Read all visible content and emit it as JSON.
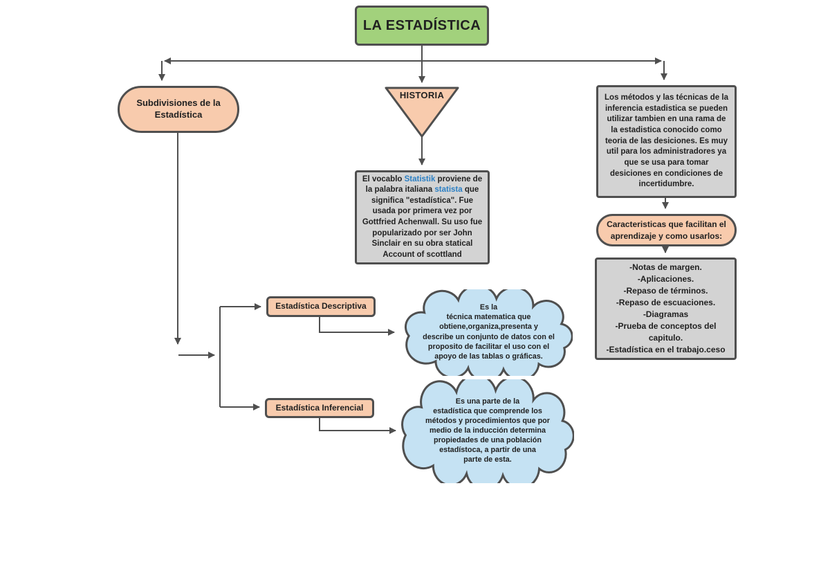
{
  "colors": {
    "green": "#a2d17c",
    "tan": "#f8cbad",
    "gray": "#d3d3d3",
    "cloud": "#c5e2f3",
    "line": "#4f4f4f",
    "ink": "#212121",
    "blue": "#2b7fc4"
  },
  "title": {
    "label": "LA ESTADÍSTICA"
  },
  "left": {
    "pill": "Subdivisiones de la\nEstadística",
    "descriptiva_label": "Estadística Descriptiva",
    "inferencial_label": "Estadística Inferencial",
    "cloud_descriptiva": "Es la\ntécnica matematica que\nobtiene,organiza,presenta y\ndescribe un conjunto de datos con el\nproposito de facilitar el uso con el\napoyo de las tablas o gráficas.",
    "cloud_inferencial": "Es una parte de la\nestadística que comprende los\nmétodos y procedimientos que por\nmedio de la inducción determina\npropiedades de una población\nestadístoca, a partir de una\nparte de esta."
  },
  "historia": {
    "label": "HISTORIA",
    "segments": [
      {
        "t": "El vocablo "
      },
      {
        "t": "Statistik",
        "blue": true
      },
      {
        "t": " proviene de la palabra italiana "
      },
      {
        "t": "statista",
        "blue": true
      },
      {
        "t": " que significa \"estadística\". Fue usada por primera vez por Gottfried Achenwall. Su uso fue popularizado por ser John Sinclair en su obra statical Account of scottland"
      }
    ]
  },
  "right": {
    "methods": "Los métodos y las técnicas de la inferencia estadistica se pueden utilizar tambien en una rama de la estadistica conocido como teoria de las desiciones. Es muy util para los administradores ya que se usa para tomar desiciones en condiciones de incertidumbre.",
    "pill": "Caracteristicas que facilitan el\naprendizaje y como usarlos:",
    "list": [
      "-Notas de margen.",
      "-Aplicaciones.",
      "-Repaso de términos.",
      "-Repaso de escuaciones.",
      "-Diagramas",
      "-Prueba de conceptos del capitulo.",
      "-Estadística en el trabajo.ceso"
    ]
  }
}
